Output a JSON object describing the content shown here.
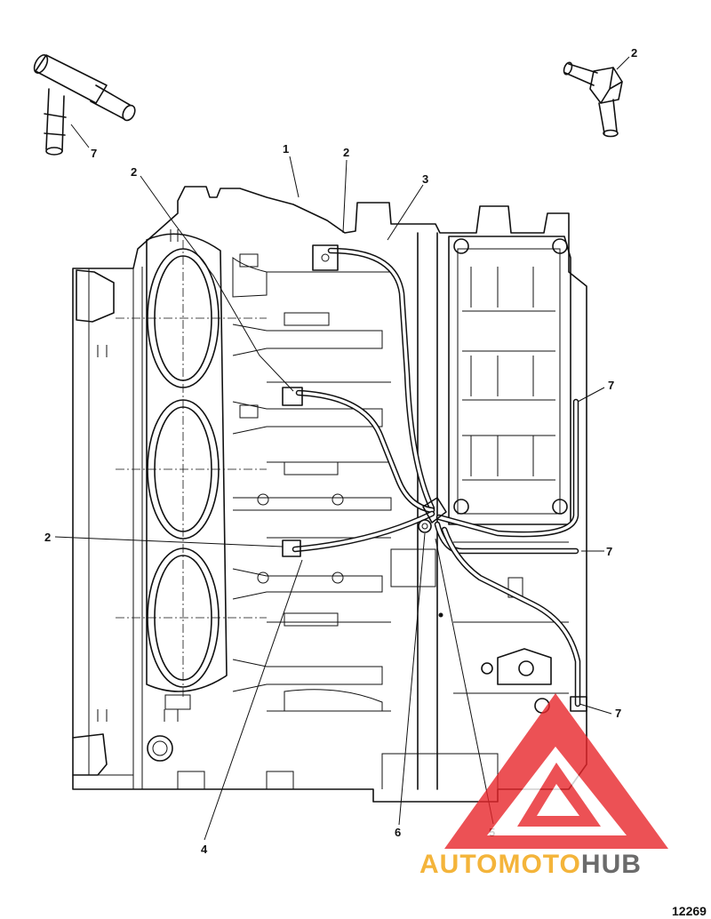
{
  "figure_number": "12269",
  "watermark": {
    "part1": "AUTO",
    "part2": "MOTO",
    "part3": "HUB",
    "color": "#e8262b",
    "color_gray": "#6b6b6b"
  },
  "callouts": [
    {
      "id": "c-7-top-left",
      "label": "7"
    },
    {
      "id": "c-2-top-right",
      "label": "2"
    },
    {
      "id": "c-1",
      "label": "1"
    },
    {
      "id": "c-2-top",
      "label": "2"
    },
    {
      "id": "c-3",
      "label": "3"
    },
    {
      "id": "c-2-left-top",
      "label": "2"
    },
    {
      "id": "c-7-right-upper",
      "label": "7"
    },
    {
      "id": "c-2-left-mid",
      "label": "2"
    },
    {
      "id": "c-7-right-mid",
      "label": "7"
    },
    {
      "id": "c-7-right-low",
      "label": "7"
    },
    {
      "id": "c-4",
      "label": "4"
    },
    {
      "id": "c-6",
      "label": "6"
    },
    {
      "id": "c-5",
      "label": "5"
    }
  ]
}
